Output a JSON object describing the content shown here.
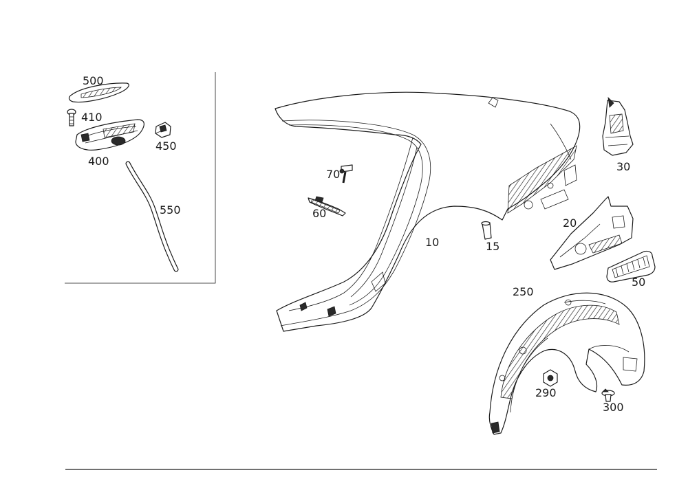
{
  "callouts": {
    "p500": "500",
    "p410": "410",
    "p450": "450",
    "p400": "400",
    "p550": "550",
    "p70": "70",
    "p60": "60",
    "p10": "10",
    "p15": "15",
    "p30": "30",
    "p20": "20",
    "p50": "50",
    "p250": "250",
    "p290": "290",
    "p300": "300"
  },
  "colors": {
    "line": "#1a1a1a",
    "background": "#ffffff"
  }
}
